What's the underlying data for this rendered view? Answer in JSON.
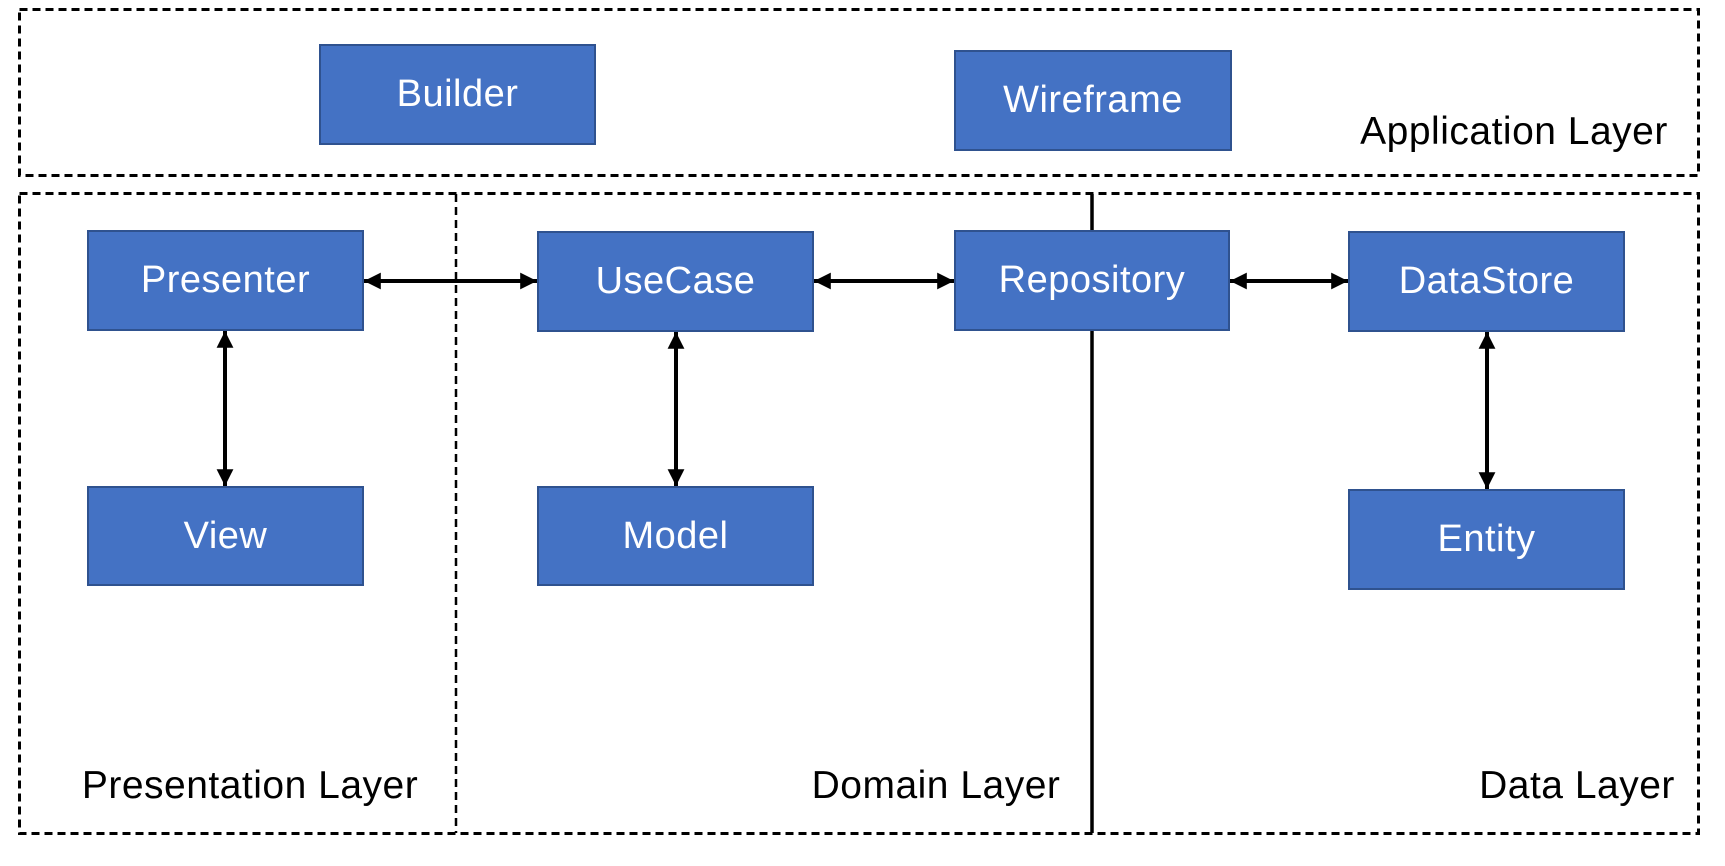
{
  "colors": {
    "node_fill": "#4472C4",
    "node_border": "#2F528F",
    "node_text": "#FFFFFF",
    "line": "#000000",
    "label_text": "#000000",
    "background": "#FFFFFF"
  },
  "layers": {
    "application": {
      "label": "Application Layer"
    },
    "presentation": {
      "label": "Presentation Layer"
    },
    "domain": {
      "label": "Domain Layer"
    },
    "data": {
      "label": "Data Layer"
    }
  },
  "nodes": {
    "builder": {
      "label": "Builder"
    },
    "wireframe": {
      "label": "Wireframe"
    },
    "presenter": {
      "label": "Presenter"
    },
    "usecase": {
      "label": "UseCase"
    },
    "repository": {
      "label": "Repository"
    },
    "datastore": {
      "label": "DataStore"
    },
    "view": {
      "label": "View"
    },
    "model": {
      "label": "Model"
    },
    "entity": {
      "label": "Entity"
    }
  },
  "connections": [
    {
      "from": "Presenter",
      "to": "UseCase",
      "bidirectional": true
    },
    {
      "from": "UseCase",
      "to": "Repository",
      "bidirectional": true
    },
    {
      "from": "Repository",
      "to": "DataStore",
      "bidirectional": true
    },
    {
      "from": "Presenter",
      "to": "View",
      "bidirectional": true
    },
    {
      "from": "UseCase",
      "to": "Model",
      "bidirectional": true
    },
    {
      "from": "DataStore",
      "to": "Entity",
      "bidirectional": true
    }
  ]
}
